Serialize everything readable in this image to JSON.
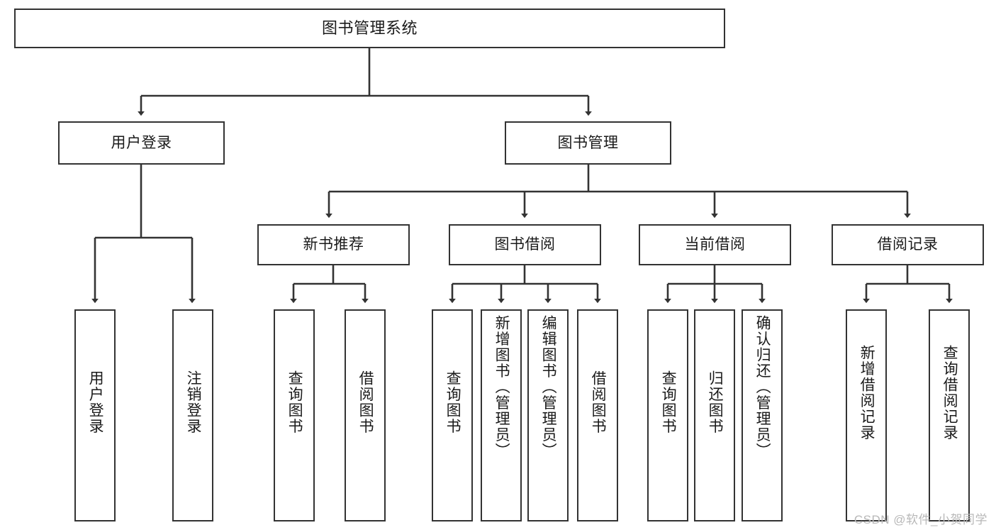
{
  "diagram": {
    "title": "图书管理系统",
    "watermark": "CSDN @软件_小贺同学",
    "line_color": "#333333",
    "box_border_color": "#333333",
    "background": "#ffffff",
    "text_color": "#1a1a1a"
  },
  "root": {
    "label": "图书管理系统"
  },
  "level2": [
    {
      "label": "用户登录"
    },
    {
      "label": "图书管理"
    }
  ],
  "level3": [
    {
      "label": "新书推荐"
    },
    {
      "label": "图书借阅"
    },
    {
      "label": "当前借阅"
    },
    {
      "label": "借阅记录"
    }
  ],
  "leaves": {
    "user_login": [
      {
        "label": "用户登录"
      },
      {
        "label": "注销登录"
      }
    ],
    "new_book": [
      {
        "label": "查询图书"
      },
      {
        "label": "借阅图书"
      }
    ],
    "book_borrow": [
      {
        "label": "查询图书"
      },
      {
        "label": "新增图书（管理员）"
      },
      {
        "label": "编辑图书（管理员）"
      },
      {
        "label": "借阅图书"
      }
    ],
    "current_borrow": [
      {
        "label": "查询图书"
      },
      {
        "label": "归还图书"
      },
      {
        "label": "确认归还（管理员）"
      }
    ],
    "borrow_record": [
      {
        "label": "新增借阅记录"
      },
      {
        "label": "查询借阅记录"
      }
    ]
  }
}
